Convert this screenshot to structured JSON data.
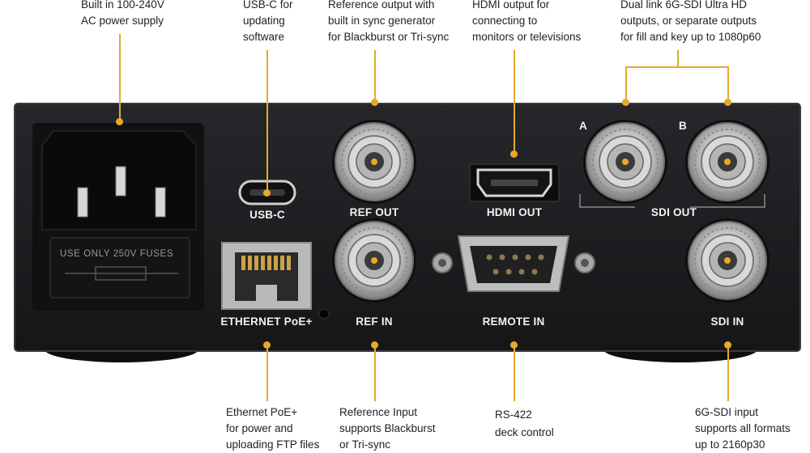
{
  "callouts": {
    "power": "Built in 100-240V\nAC power supply",
    "usbc": "USB-C for\nupdating\nsoftware",
    "ref_out": "Reference output with\nbuilt in sync generator\nfor Blackburst or Tri-sync",
    "hdmi": "HDMI output for\nconnecting to\nmonitors or televisions",
    "sdi_out": "Dual link 6G-SDI Ultra HD\noutputs, or separate outputs\nfor fill and key up to 1080p60",
    "ethernet": "Ethernet PoE+\nfor  power and\nuploading FTP files",
    "ref_in": "Reference Input\nsupports Blackburst\nor Tri-sync",
    "remote": "RS-422\ndeck control",
    "sdi_in": "6G-SDI input\nsupports all formats\nup to 2160p30"
  },
  "panel_labels": {
    "usbc": "USB-C",
    "ref_out": "REF OUT",
    "hdmi_out": "HDMI OUT",
    "sdi_a": "A",
    "sdi_b": "B",
    "sdi_out": "SDI OUT",
    "ethernet": "ETHERNET PoE+",
    "ref_in": "REF IN",
    "remote_in": "REMOTE IN",
    "sdi_in": "SDI IN",
    "fuse": "USE ONLY 250V FUSES"
  },
  "colors": {
    "accent": "#e8a92b",
    "panel": "#1b1c1e",
    "label": "#f2f2f2"
  }
}
